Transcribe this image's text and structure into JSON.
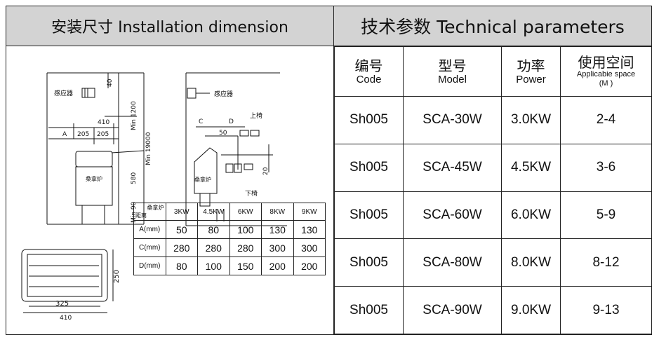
{
  "left_panel": {
    "title": "安装尺寸 Installation dimension",
    "drawing1": {
      "sensor": "感应器",
      "dim_40": "40",
      "dim_min1200": "Min 1200",
      "dim_min19000": "Min 19000",
      "dim_410": "410",
      "dim_A": "A",
      "dim_205a": "205",
      "dim_205b": "205",
      "stove": "桑拿炉",
      "dim_580": "580",
      "dim_min90": "Min 90"
    },
    "drawing2": {
      "sensor": "感应器",
      "dim_C": "C",
      "dim_D": "D",
      "upper_bench": "上椅",
      "dim_50": "50",
      "stove": "桑拿炉",
      "dim_20": "20",
      "lower_bench": "下椅"
    },
    "drawing3": {
      "dim_250": "250",
      "dim_325": "325",
      "dim_410": "410"
    },
    "distance_table": {
      "corner_top": "桑拿炉",
      "corner_bottom": "距离",
      "columns": [
        "3KW",
        "4.5KW",
        "6KW",
        "8KW",
        "9KW"
      ],
      "rows": [
        {
          "label": "A(mm)",
          "values": [
            "50",
            "80",
            "100",
            "130",
            "130"
          ]
        },
        {
          "label": "C(mm)",
          "values": [
            "280",
            "280",
            "280",
            "300",
            "300"
          ]
        },
        {
          "label": "D(mm)",
          "values": [
            "80",
            "100",
            "150",
            "200",
            "200"
          ]
        }
      ]
    }
  },
  "right_panel": {
    "title": "技术参数 Technical parameters",
    "headers": [
      {
        "main": "编号",
        "sub": "Code"
      },
      {
        "main": "型号",
        "sub": "Model"
      },
      {
        "main": "功率",
        "sub": "Power"
      },
      {
        "main": "使用空间",
        "sub": "Applicabie space",
        "note": "(M )"
      }
    ],
    "rows": [
      {
        "code": "Sh005",
        "model": "SCA-30W",
        "power": "3.0KW",
        "space": "2-4"
      },
      {
        "code": "Sh005",
        "model": "SCA-45W",
        "power": "4.5KW",
        "space": "3-6"
      },
      {
        "code": "Sh005",
        "model": "SCA-60W",
        "power": "6.0KW",
        "space": "5-9"
      },
      {
        "code": "Sh005",
        "model": "SCA-80W",
        "power": "8.0KW",
        "space": "8-12"
      },
      {
        "code": "Sh005",
        "model": "SCA-90W",
        "power": "9.0KW",
        "space": "9-13"
      }
    ]
  }
}
